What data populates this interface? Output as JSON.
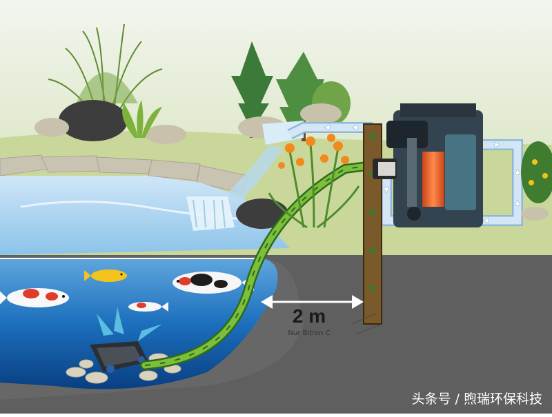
{
  "annotation": {
    "distance_label": "2 m",
    "product_note": "Nur Bitron C"
  },
  "watermark": {
    "text": "头条号 / 煦瑞环保科技"
  },
  "colors": {
    "sky_top": "#e8f0e0",
    "sky_bottom": "#dfe8c8",
    "water_surface": "#a9d4ef",
    "water_deep": "#0b57a6",
    "ground": "#6b6b6b",
    "hose": "#4a8a2a",
    "pipe": "#cfe2f3",
    "filter_body": "#3a4a55",
    "uv_lamp": "#e8642a"
  }
}
